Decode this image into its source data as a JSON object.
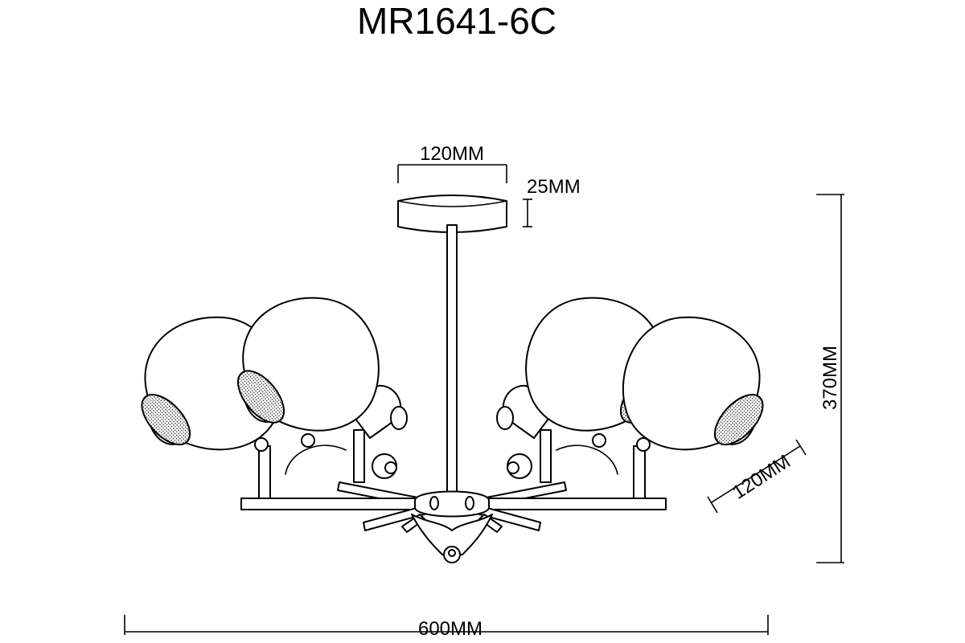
{
  "title": "MR1641-6C",
  "dimensions": {
    "canopy_width": "120MM",
    "canopy_height": "25MM",
    "total_height": "370MM",
    "shade_size": "120MM",
    "total_width": "600MM"
  },
  "colors": {
    "line": "#000000",
    "background": "#ffffff"
  }
}
